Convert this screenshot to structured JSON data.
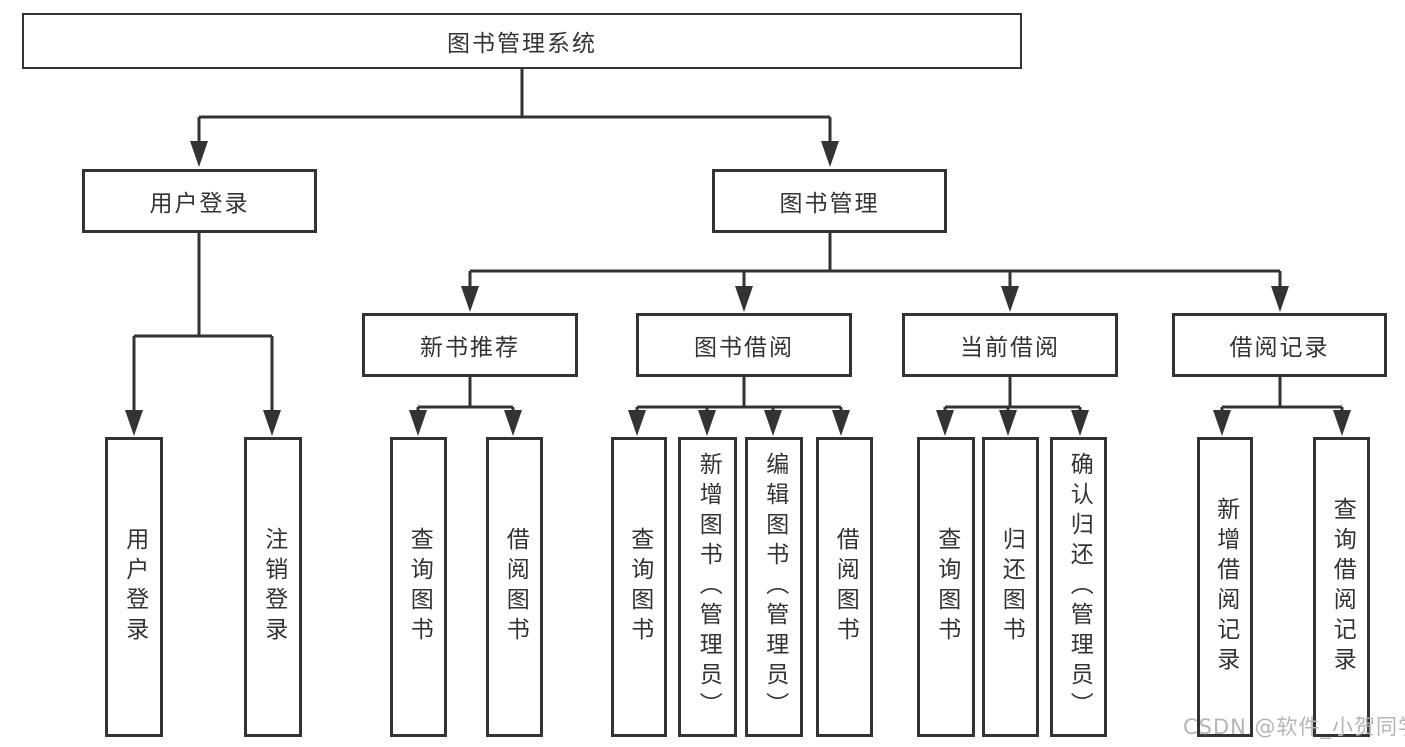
{
  "tree": {
    "root": {
      "label": "图书管理系统"
    },
    "branches": [
      {
        "label": "用户登录",
        "children": [
          {
            "label": "用户登录"
          },
          {
            "label": "注销登录"
          }
        ]
      },
      {
        "label": "图书管理",
        "sections": [
          {
            "label": "新书推荐",
            "children": [
              {
                "label": "查询图书"
              },
              {
                "label": "借阅图书"
              }
            ]
          },
          {
            "label": "图书借阅",
            "children": [
              {
                "label": "查询图书"
              },
              {
                "label": "新增图书（管理员）"
              },
              {
                "label": "编辑图书（管理员）"
              },
              {
                "label": "借阅图书"
              }
            ]
          },
          {
            "label": "当前借阅",
            "children": [
              {
                "label": "查询图书"
              },
              {
                "label": "归还图书"
              },
              {
                "label": "确认归还（管理员）"
              }
            ]
          },
          {
            "label": "借阅记录",
            "children": [
              {
                "label": "新增借阅记录"
              },
              {
                "label": "查询借阅记录"
              }
            ]
          }
        ]
      }
    ],
    "colors": {
      "line": "#333333",
      "text": "#333333",
      "background": "#ffffff",
      "watermark": "#b5b5b5"
    },
    "watermark": "CSDN @软件_小贺同学"
  }
}
